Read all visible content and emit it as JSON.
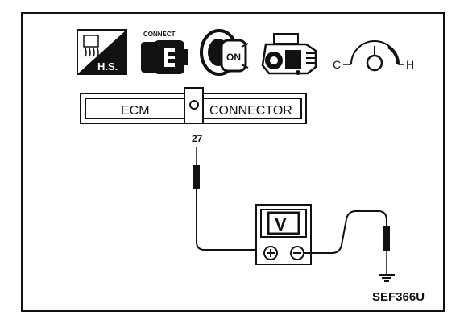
{
  "icons": {
    "hot_soak_label": "H.S.",
    "connect_label": "CONNECT",
    "ignition_label": "ON",
    "gauge_cold_label": "C",
    "gauge_hot_label": "H"
  },
  "connector": {
    "left_label": "ECM",
    "right_label": "CONNECTOR",
    "terminal_number": "27"
  },
  "voltmeter": {
    "display_label": "V",
    "positive_symbol": "⊕",
    "negative_symbol": "⊖"
  },
  "figure_code": "SEF366U"
}
